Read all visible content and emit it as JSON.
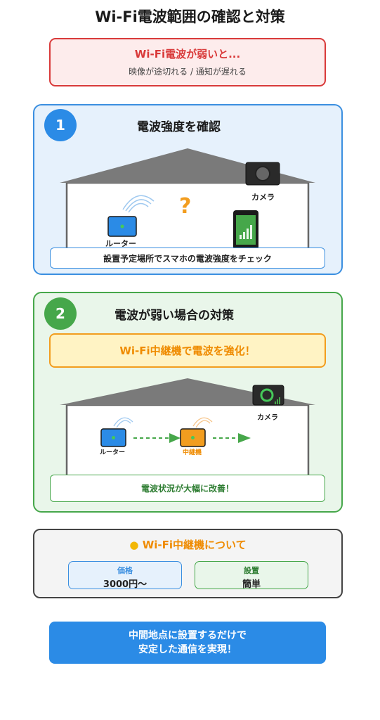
{
  "title": "Wi-Fi電波範囲の確認と対策",
  "warning": {
    "heading": "Wi-Fi電波が弱いと...",
    "sub": "映像が途切れる / 通知が遅れる"
  },
  "step1": {
    "number": "1",
    "title": "電波強度を確認",
    "router_label": "ルーター",
    "camera_label": "カメラ",
    "question": "?",
    "note": "設置予定場所でスマホの電波強度をチェック"
  },
  "step2": {
    "number": "2",
    "title": "電波が弱い場合の対策",
    "highlight": "Wi-Fi中継機で電波を強化！",
    "router_label": "ルーター",
    "repeater_label": "中継機",
    "camera_label": "カメラ",
    "note": "電波状況が大幅に改善！"
  },
  "info": {
    "icon": "lightbulb-icon",
    "heading": "Wi-Fi中継機について",
    "price_label": "価格",
    "price_value": "3000円〜",
    "install_label": "設置",
    "install_value": "簡単"
  },
  "conclusion": {
    "line1": "中間地点に設置するだけで",
    "line2": "安定した通信を実現！"
  },
  "colors": {
    "blue": "#3b8fe0",
    "green": "#46a74a",
    "red": "#d93a3a",
    "orange": "#ef8b00"
  }
}
